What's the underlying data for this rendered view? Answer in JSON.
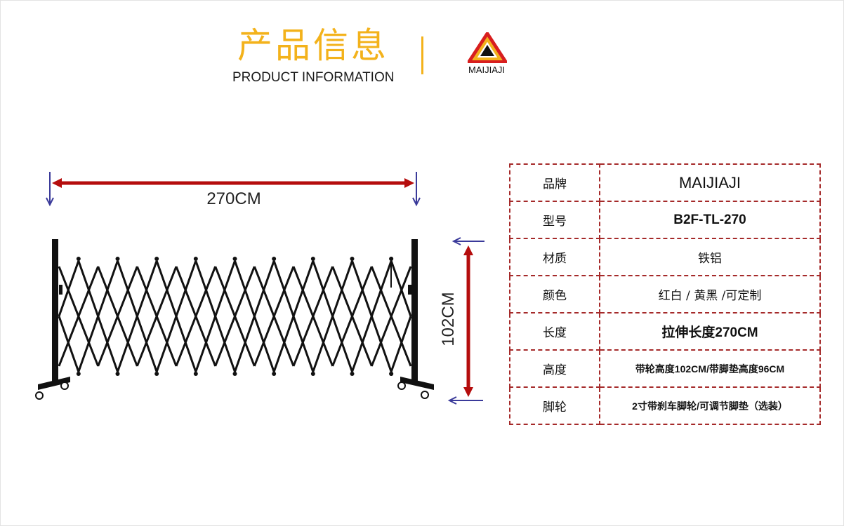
{
  "header": {
    "title_cn": "产品信息",
    "title_en": "PRODUCT INFORMATION",
    "accent_color": "#f3b21b"
  },
  "logo": {
    "text": "MAIJIAJI",
    "colors": [
      "#d81e1e",
      "#f3b21b",
      "#111111"
    ]
  },
  "dimensions": {
    "width_label": "270CM",
    "height_label": "102CM",
    "arrow_color": "#b50d0d",
    "tick_color": "#3a3a9a"
  },
  "product_image": {
    "icon": "expandable-barrier-gate-icon",
    "color": "#111111"
  },
  "specs": [
    {
      "key": "品牌",
      "value": "MAIJIAJI"
    },
    {
      "key": "型号",
      "value": "B2F-TL-270"
    },
    {
      "key": "材质",
      "value": "铁铝"
    },
    {
      "key": "颜色",
      "value": "红白 / 黄黑 /可定制"
    },
    {
      "key": "长度",
      "value": "拉伸长度270CM"
    },
    {
      "key": "高度",
      "value": "带轮高度102CM/带脚垫高度96CM"
    },
    {
      "key": "脚轮",
      "value": "2寸带刹车脚轮/可调节脚垫（选装）"
    }
  ],
  "table_border_color": "#a52a2a"
}
